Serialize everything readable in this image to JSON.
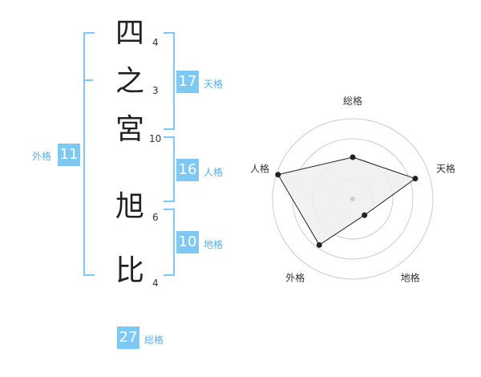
{
  "name": {
    "chars": [
      {
        "char": "四",
        "strokes": "4"
      },
      {
        "char": "之",
        "strokes": "3"
      },
      {
        "char": "宮",
        "strokes": "10"
      },
      {
        "char": "旭",
        "strokes": "6"
      },
      {
        "char": "比",
        "strokes": "4"
      }
    ]
  },
  "fortunes": {
    "tenkaku": {
      "value": "17",
      "label": "天格"
    },
    "jinkaku": {
      "value": "16",
      "label": "人格"
    },
    "chikaku": {
      "value": "10",
      "label": "地格"
    },
    "gaikaku": {
      "value": "11",
      "label": "外格"
    },
    "soukaku": {
      "value": "27",
      "label": "総格"
    }
  },
  "chart_data": {
    "type": "radar",
    "axes": [
      "総格",
      "天格",
      "地格",
      "外格",
      "人格"
    ],
    "values": [
      0.52,
      0.82,
      0.25,
      0.71,
      0.98
    ],
    "range": [
      0,
      1
    ],
    "rings": 4,
    "colors": {
      "fill": "#eeeeee",
      "line": "#222222",
      "grid": "#cccccc"
    }
  }
}
